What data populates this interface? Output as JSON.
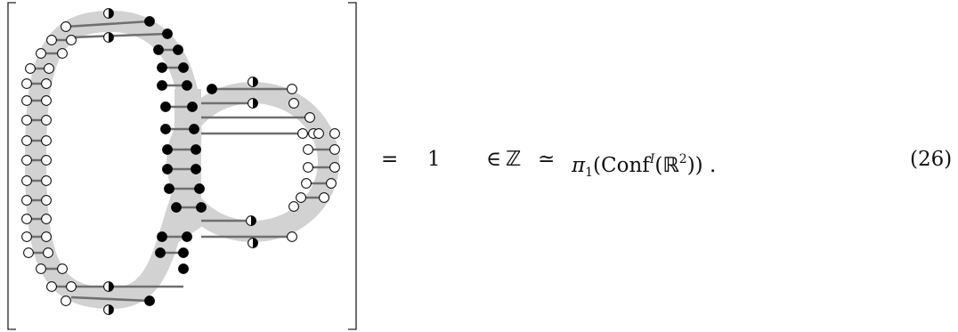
{
  "equation": {
    "equals": "=",
    "value": "1",
    "in": "∈",
    "group": "ℤ",
    "simeq": "≃",
    "pi": "π",
    "pi_sub": "1",
    "conf": "Conf",
    "conf_sup": "I",
    "space": "ℝ",
    "space_sup": "2",
    "number": "(26)"
  },
  "figure": {
    "band_color": "#d2d2d2",
    "rung_color": "#6f6f6f",
    "dot_fill_open": "#ffffff",
    "dot_fill_closed": "#000000"
  }
}
